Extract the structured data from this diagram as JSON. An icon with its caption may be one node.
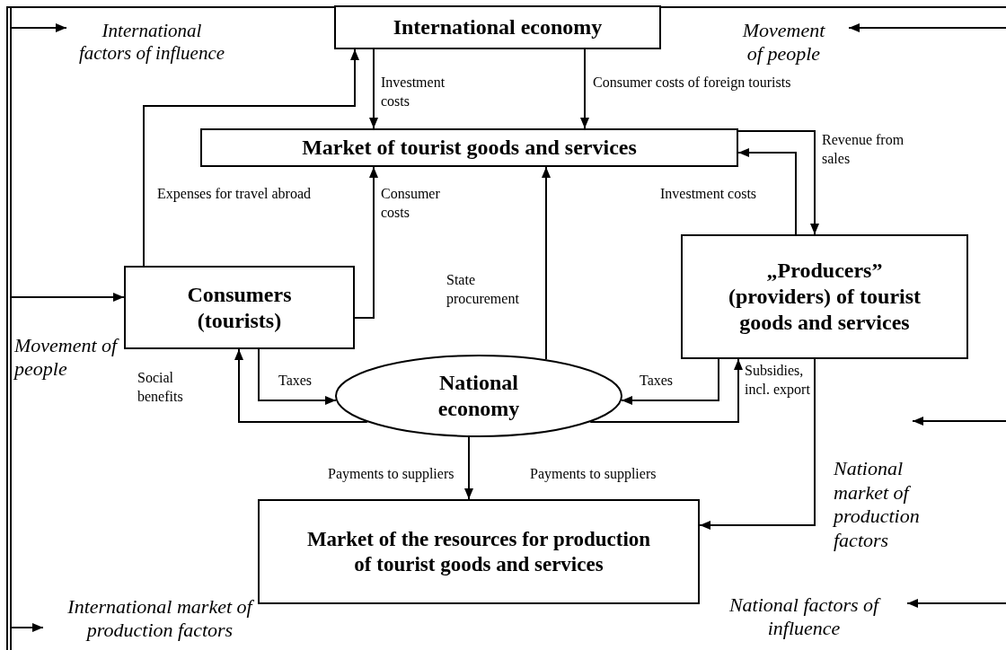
{
  "diagram": {
    "nodes": [
      {
        "text": [
          "International economy"
        ]
      },
      {
        "text": [
          "Market of tourist goods and services"
        ]
      },
      {
        "text": [
          "Consumers (tourists)"
        ]
      },
      {
        "text": [
          "„Producers” (providers) of tourist goods and services"
        ]
      },
      {
        "text": [
          "National economy"
        ]
      },
      {
        "text": [
          "Market of the resources for production of tourist goods and services"
        ]
      },
      {
        "text": [
          "International factors of influence"
        ]
      },
      {
        "text": [
          "Movement of people"
        ]
      },
      {
        "text": [
          "National market of production factors"
        ]
      },
      {
        "text": [
          "International market of production factors"
        ]
      },
      {
        "text": [
          "National factors of influence"
        ]
      }
    ],
    "edges": [
      {
        "from": 2,
        "to": 0,
        "arrow": "to",
        "label": "Expenses for travel abroad"
      },
      {
        "from": 0,
        "to": 1,
        "arrow": "to",
        "label": "Investment costs"
      },
      {
        "from": 0,
        "to": 1,
        "arrow": "to",
        "label": "Consumer costs of foreign tourists"
      },
      {
        "from": 2,
        "to": 1,
        "arrow": "to",
        "label": "Consumer costs"
      },
      {
        "from": 4,
        "to": 1,
        "arrow": "to",
        "label": "State procurement"
      },
      {
        "from": 3,
        "to": 1,
        "arrow": "to",
        "label": "Investment costs"
      },
      {
        "from": 1,
        "to": 3,
        "arrow": "to",
        "label": "Revenue from sales"
      },
      {
        "from": 2,
        "to": 4,
        "arrow": "to",
        "label": "Taxes"
      },
      {
        "from": 4,
        "to": 2,
        "arrow": "to",
        "label": "Social benefits"
      },
      {
        "from": 3,
        "to": 4,
        "arrow": "to",
        "label": "Taxes"
      },
      {
        "from": 4,
        "to": 3,
        "arrow": "to",
        "label": "Subsidies, incl. export"
      },
      {
        "from": 3,
        "to": 5,
        "arrow": "to",
        "label": "Payments to suppliers"
      },
      {
        "from": 4,
        "to": 5,
        "arrow": "to",
        "label": "Payments to suppliers"
      },
      {
        "from": null,
        "to": 6,
        "arrow": "to"
      },
      {
        "from": null,
        "to": 2,
        "arrow": "to"
      },
      {
        "from": null,
        "to": 7,
        "arrow": "to"
      },
      {
        "from": null,
        "to": 8,
        "arrow": "to"
      },
      {
        "from": null,
        "to": 10,
        "arrow": "to"
      },
      {
        "from": null,
        "to": 9,
        "arrow": "to"
      }
    ],
    "labels": [
      "Movement of people"
    ]
  }
}
